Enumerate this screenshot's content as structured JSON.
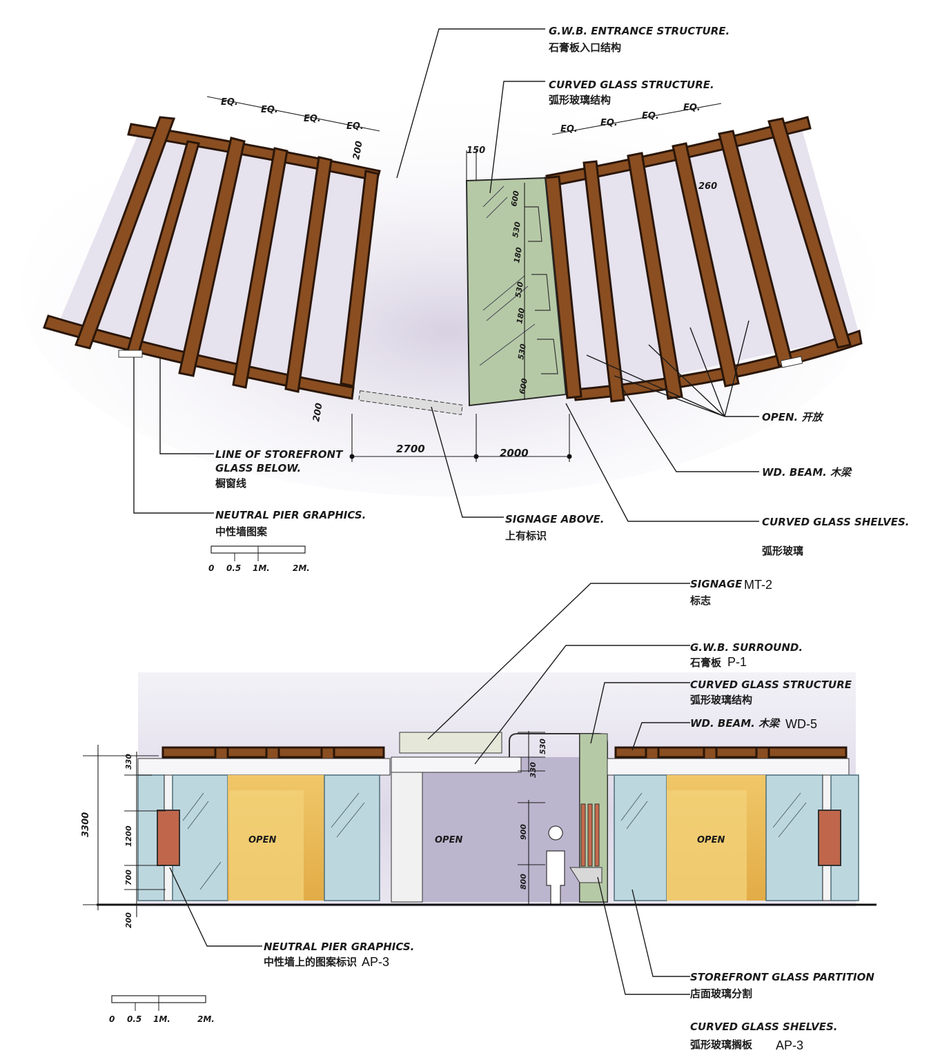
{
  "plan": {
    "labels": {
      "entrance": "G.W.B. ENTRANCE STRUCTURE.",
      "entrance_cn": "石膏板入口结构",
      "curved_glass": "CURVED GLASS STRUCTURE.",
      "curved_glass_cn": "弧形玻璃结构",
      "open": "OPEN. 开放",
      "wd_beam": "WD. BEAM. 木梁",
      "shelves": "CURVED GLASS SHELVES.",
      "shelves_cn": "弧形玻璃",
      "storefront_l1": "LINE OF STOREFRONT",
      "storefront_l2": "GLASS BELOW.",
      "storefront_cn": "橱窗线",
      "neutral": "NEUTRAL PIER GRAPHICS.",
      "neutral_cn": "中性墙图案",
      "signage": "SIGNAGE ABOVE.",
      "signage_cn": "上有标识"
    },
    "dims": {
      "eq": "EQ.",
      "d150": "150",
      "d200a": "200",
      "d200b": "200",
      "d260": "260",
      "d2700": "2700",
      "d2000": "2000",
      "seg_600a": "600",
      "seg_530": "530",
      "seg_180a": "180",
      "seg_530b": "530",
      "seg_180b": "180",
      "seg_530c": "530",
      "seg_600b": "600"
    },
    "scale": {
      "s0": "0",
      "s05": "0.5",
      "s1": "1M.",
      "s2": "2M."
    }
  },
  "elevation": {
    "labels": {
      "signage": "SIGNAGE",
      "signage_code": "MT-2",
      "signage_cn": "标志",
      "gwb": "G.W.B. SURROUND.",
      "gwb_cn": "石膏板",
      "gwb_code": "P-1",
      "cgs": "CURVED GLASS STRUCTURE",
      "cgs_cn": "弧形玻璃结构",
      "wd": "WD. BEAM. 木梁",
      "wd_code": "WD-5",
      "neutral": "NEUTRAL PIER GRAPHICS.",
      "neutral_cn": "中性墙上的图案标识",
      "neutral_code": "AP-3",
      "storefront": "STOREFRONT GLASS PARTITION",
      "storefront_cn": "店面玻璃分割",
      "shelves": "CURVED GLASS SHELVES.",
      "shelves_cn": "弧形玻璃搁板",
      "shelves_code": "AP-3",
      "open_left": "OPEN",
      "open_mid": "OPEN",
      "open_right": "OPEN"
    },
    "dims": {
      "total": "3300",
      "d330": "330",
      "d1200": "1200",
      "d700": "700",
      "d200": "200",
      "d530a": "530",
      "d330b": "330",
      "d900": "900",
      "d800": "800"
    },
    "scale": {
      "s0": "0",
      "s05": "0.5",
      "s1": "1M.",
      "s2": "2M."
    }
  },
  "colors": {
    "beam": "#8a4e21",
    "glass": "#bdd7df",
    "open_panel": "#e8b84f",
    "lilac": "#cfc8dc",
    "pier_graphic": "#c0664a"
  }
}
